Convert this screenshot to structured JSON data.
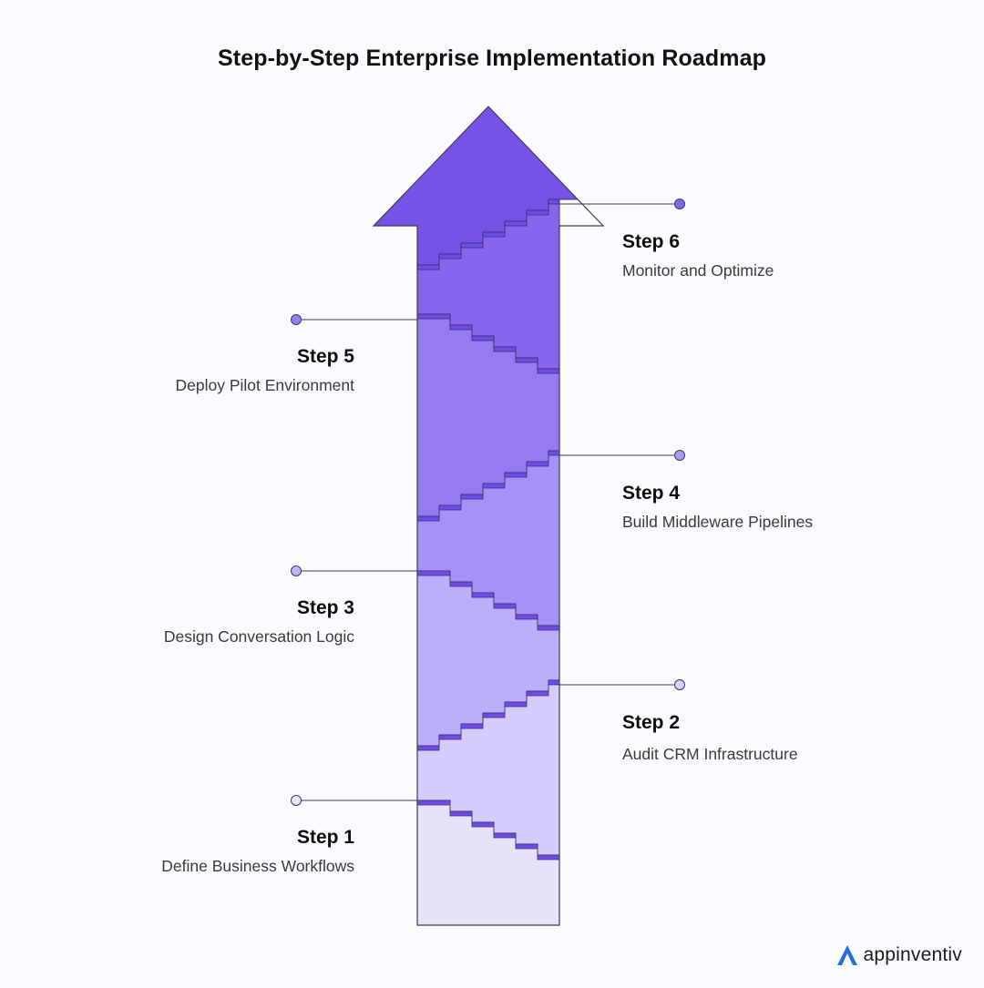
{
  "title": "Step-by-Step Enterprise Implementation Roadmap",
  "steps": [
    {
      "name": "Step 1",
      "desc": "Define Business Workflows"
    },
    {
      "name": "Step 2",
      "desc": "Audit CRM Infrastructure"
    },
    {
      "name": "Step 3",
      "desc": "Design Conversation Logic"
    },
    {
      "name": "Step 4",
      "desc": "Build Middleware Pipelines"
    },
    {
      "name": "Step 5",
      "desc": "Deploy Pilot Environment"
    },
    {
      "name": "Step 6",
      "desc": "Monitor and Optimize"
    }
  ],
  "brand": {
    "name": "appinventiv",
    "icon": "logo-a-icon",
    "color": "#1f6fe0"
  },
  "colors": {
    "arrow_stops": [
      "#e8e3fb",
      "#d6ccfb",
      "#bcaefa",
      "#a791f6",
      "#967af0",
      "#8664ec",
      "#7752e6"
    ],
    "stair": "#6a4fe0",
    "stair_dark": "#3a2a8a",
    "outline": "#3b3b55",
    "dot_fills": [
      "#ece8fd",
      "#d8cffb",
      "#c2b4fa",
      "#ab97f5",
      "#9a80ef",
      "#8565ea"
    ]
  }
}
